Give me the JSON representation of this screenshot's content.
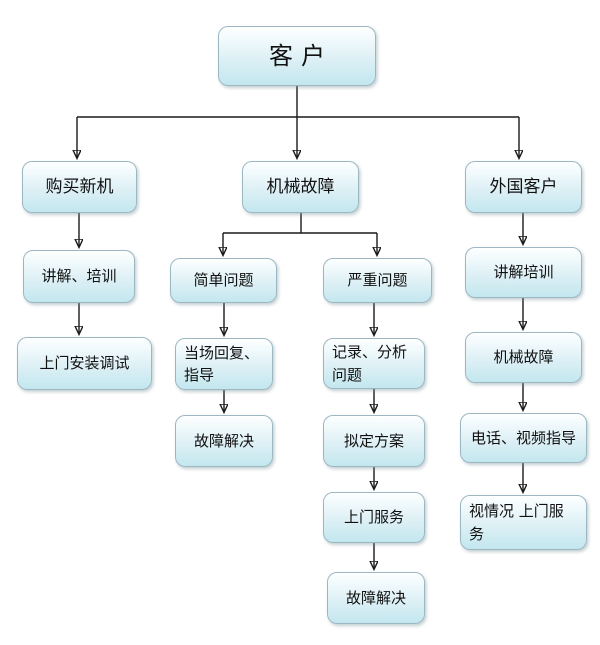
{
  "colors": {
    "background": "#ffffff",
    "box_border": "#9db7c2",
    "box_fill_top": "#f2fafc",
    "box_fill_bottom": "#c3e7ef",
    "connector": "#1a1a1a",
    "text": "#111111"
  },
  "nodes": {
    "customer": {
      "label": "客户"
    },
    "buy_new_machine": {
      "label": "购买新机"
    },
    "explain_training": {
      "label": "讲解、培训"
    },
    "onsite_install_debug": {
      "label": "上门安装调试"
    },
    "mechanical_failure": {
      "label": "机械故障"
    },
    "simple_problem": {
      "label": "简单问题"
    },
    "serious_problem": {
      "label": "严重问题"
    },
    "onsite_reply_guide": {
      "label": "当场回复、指导"
    },
    "fault_resolved_simple": {
      "label": "故障解决"
    },
    "record_analyze_problem": {
      "label": "记录、分析问题"
    },
    "formulate_plan": {
      "label": "拟定方案"
    },
    "onsite_service": {
      "label": "上门服务"
    },
    "fault_resolved_serious": {
      "label": "故障解决"
    },
    "foreign_customer": {
      "label": "外国客户"
    },
    "explain_training_foreign": {
      "label": "讲解培训"
    },
    "mechanical_failure_foreign": {
      "label": "机械故障"
    },
    "phone_video_guidance": {
      "label": "电话、视频指导"
    },
    "onsite_service_as_needed": {
      "label": "视情况 上门服务"
    }
  },
  "edges": [
    {
      "from": "customer",
      "to": "buy_new_machine"
    },
    {
      "from": "customer",
      "to": "mechanical_failure"
    },
    {
      "from": "customer",
      "to": "foreign_customer"
    },
    {
      "from": "buy_new_machine",
      "to": "explain_training"
    },
    {
      "from": "explain_training",
      "to": "onsite_install_debug"
    },
    {
      "from": "mechanical_failure",
      "to": "simple_problem"
    },
    {
      "from": "mechanical_failure",
      "to": "serious_problem"
    },
    {
      "from": "simple_problem",
      "to": "onsite_reply_guide"
    },
    {
      "from": "onsite_reply_guide",
      "to": "fault_resolved_simple"
    },
    {
      "from": "serious_problem",
      "to": "record_analyze_problem"
    },
    {
      "from": "record_analyze_problem",
      "to": "formulate_plan"
    },
    {
      "from": "formulate_plan",
      "to": "onsite_service"
    },
    {
      "from": "onsite_service",
      "to": "fault_resolved_serious"
    },
    {
      "from": "foreign_customer",
      "to": "explain_training_foreign"
    },
    {
      "from": "explain_training_foreign",
      "to": "mechanical_failure_foreign"
    },
    {
      "from": "mechanical_failure_foreign",
      "to": "phone_video_guidance"
    },
    {
      "from": "phone_video_guidance",
      "to": "onsite_service_as_needed"
    }
  ]
}
